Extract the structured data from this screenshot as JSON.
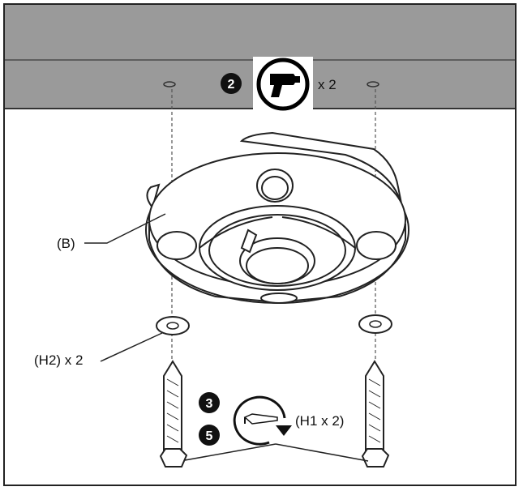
{
  "colors": {
    "ceiling": "#9a9a9a",
    "ceiling_line": "#4a4a4a",
    "stroke": "#222222",
    "badge": "#111111",
    "background": "#ffffff"
  },
  "labels": {
    "base": "(B)",
    "washers": "(H2) x 2",
    "screws": "(H1 x 2)",
    "drill_qty": "x 2"
  },
  "steps": {
    "drill": "2",
    "screw": "3",
    "tighten": "5"
  },
  "icons": {
    "drill": "drill-icon",
    "rotate": "clockwise-rotate-icon",
    "screwdriver": "screwdriver-icon"
  }
}
